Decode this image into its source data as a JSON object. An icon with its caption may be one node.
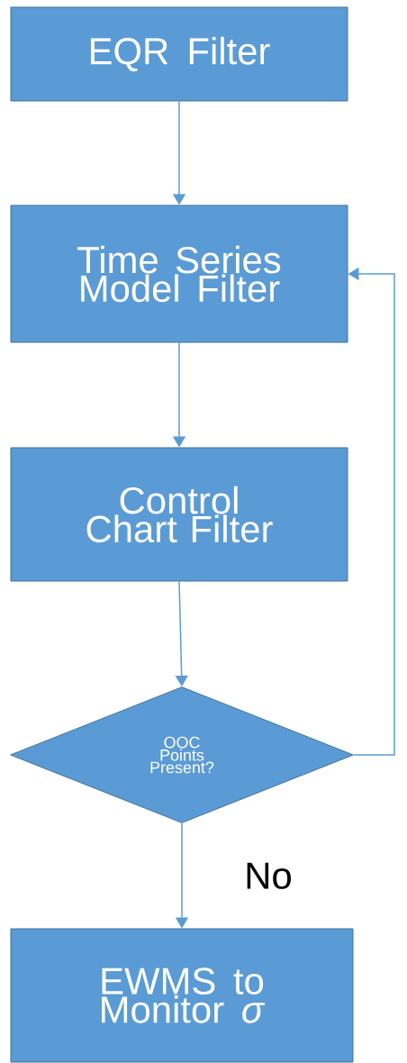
{
  "diagram": {
    "nodes": [
      {
        "text": [
          "EQR Filter"
        ]
      },
      {
        "text": [
          "Time Series Model Filter"
        ]
      },
      {
        "text": [
          "Control Chart Filter"
        ]
      },
      {
        "text": [
          "OOC Points Present?"
        ]
      },
      {
        "text": [
          "EWMS to Monitor *σ*"
        ]
      }
    ],
    "edges": [
      {
        "from": 0,
        "to": 1,
        "arrow": "to"
      },
      {
        "from": 1,
        "to": 2,
        "arrow": "to"
      },
      {
        "from": 2,
        "to": 3,
        "arrow": "to"
      },
      {
        "from": 3,
        "to": 1,
        "arrow": "to"
      },
      {
        "from": 3,
        "to": 4,
        "arrow": "to",
        "label": "No"
      }
    ]
  }
}
